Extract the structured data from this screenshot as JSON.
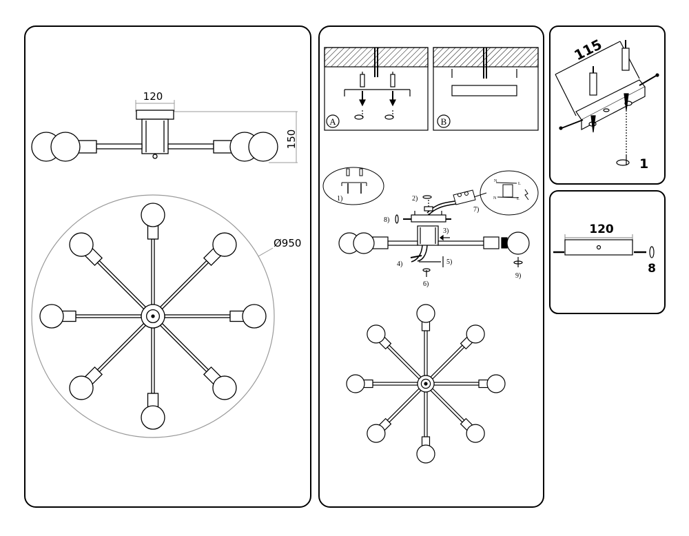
{
  "panel_main": {
    "dim_width": "120",
    "dim_height": "150",
    "dim_diameter": "Ø950"
  },
  "panel_install": {
    "mount_a_label": "A",
    "mount_b_label": "B",
    "steps": {
      "s1": "1)",
      "s2": "2)",
      "s3": "3)",
      "s4": "4)",
      "s5": "5)",
      "s6": "6)",
      "s7": "7)",
      "s8": "8)",
      "s9": "9)"
    },
    "terminal_labels": [
      "N",
      "L",
      "N",
      "L"
    ]
  },
  "panel_bracket": {
    "dim": "115",
    "step": "1"
  },
  "panel_plate": {
    "dim": "120",
    "step": "8"
  },
  "colors": {
    "line": "#000000",
    "guide": "#999999",
    "hatch": "#000000"
  }
}
